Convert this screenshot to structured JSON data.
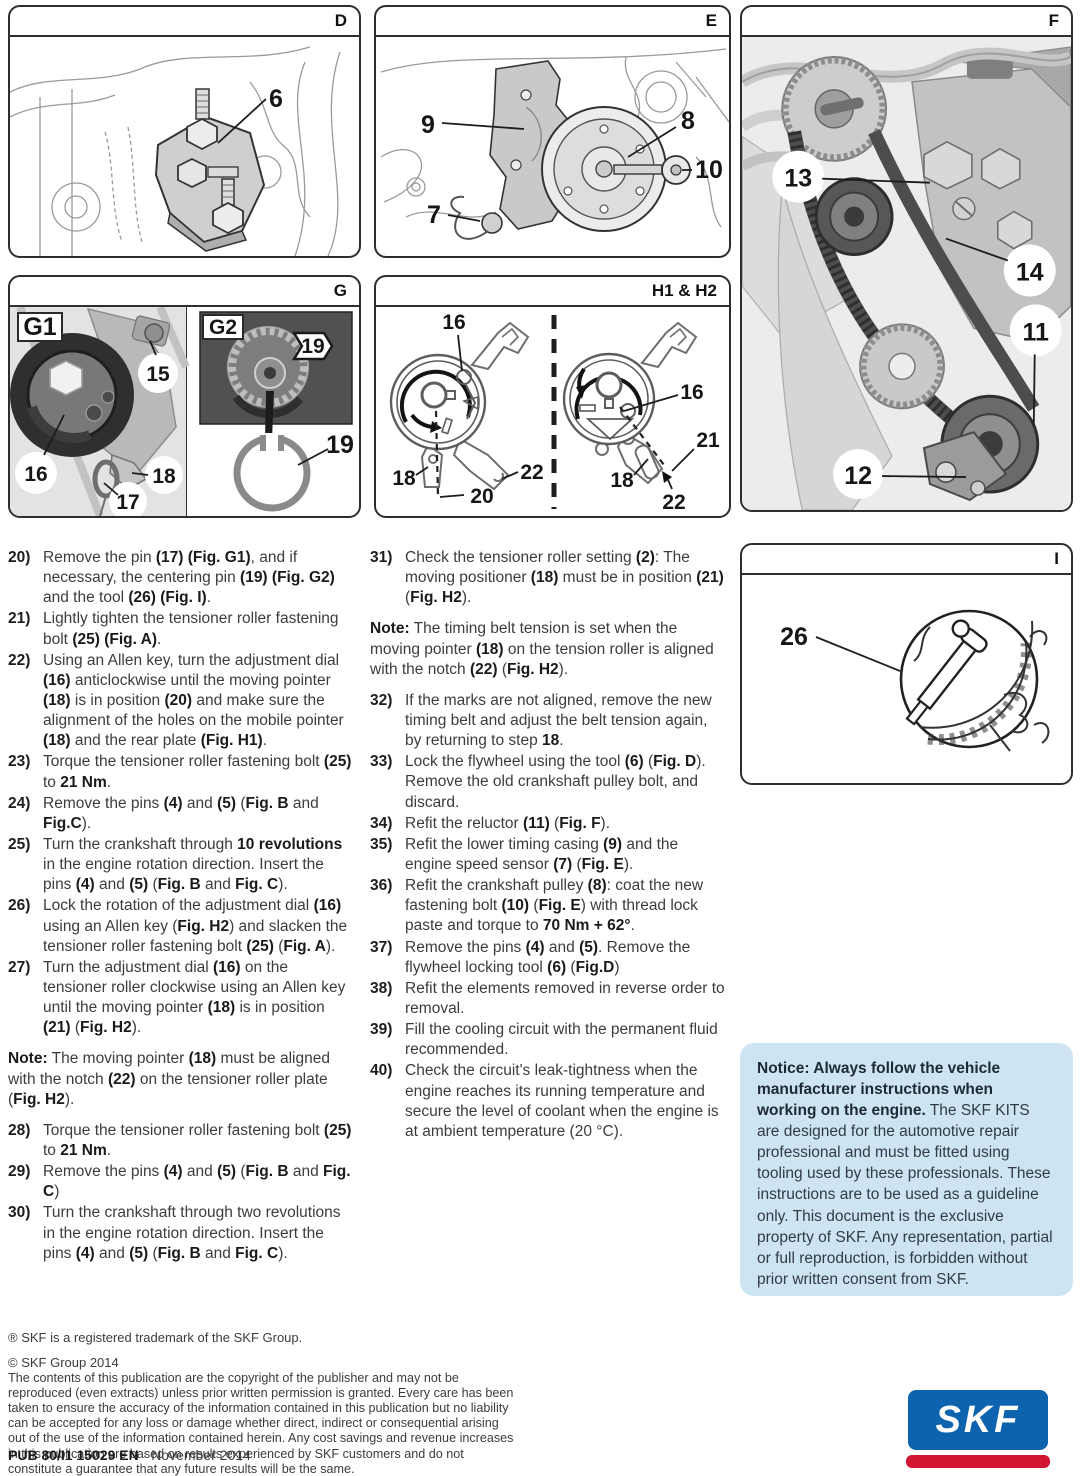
{
  "panels": {
    "d": {
      "label": "D",
      "callouts": [
        "6"
      ]
    },
    "e": {
      "label": "E",
      "callouts": [
        "9",
        "8",
        "7",
        "10"
      ]
    },
    "f": {
      "label": "F",
      "callouts": [
        "13",
        "14",
        "11",
        "12"
      ]
    },
    "g": {
      "label": "G",
      "sublabels": [
        "G1",
        "G2"
      ],
      "callouts": [
        "15",
        "16",
        "17",
        "18",
        "19",
        "19"
      ]
    },
    "h": {
      "label": "H1 & H2",
      "left_callouts": [
        "16",
        "18",
        "22",
        "20"
      ],
      "right_callouts": [
        "16",
        "21",
        "18",
        "22"
      ]
    },
    "i": {
      "label": "I",
      "callouts": [
        "26"
      ]
    }
  },
  "instructions": {
    "left": [
      {
        "num": "20)",
        "text": "Remove the pin **(17)** **(Fig. G1)**, and if necessary, the centering pin **(19)** **(Fig. G2)** and the tool **(26)** **(Fig. I)**."
      },
      {
        "num": "21)",
        "text": "Lightly tighten the tensioner roller fastening bolt **(25)** **(Fig. A)**."
      },
      {
        "num": "22)",
        "text": "Using an Allen key, turn the adjustment dial **(16)** anticlockwise until the moving pointer **(18)** is in position **(20)** and make sure the alignment of the holes on the mobile pointer **(18)** and the rear plate **(Fig. H1)**."
      },
      {
        "num": "23)",
        "text": "Torque the tensioner roller fastening bolt **(25)** to **21 Nm**."
      },
      {
        "num": "24)",
        "text": "Remove the pins **(4)** and **(5)** (**Fig. B** and **Fig.C**)."
      },
      {
        "num": "25)",
        "text": "Turn the crankshaft through **10 revolutions** in the engine rotation direction. Insert the pins **(4)** and **(5)** (**Fig. B** and **Fig. C**)."
      },
      {
        "num": "26)",
        "text": "Lock the rotation of the adjustment dial **(16)** using an Allen key (**Fig. H2**) and slacken the tensioner roller fastening bolt **(25)** (**Fig. A**)."
      },
      {
        "num": "27)",
        "text": "Turn the adjustment dial **(16)** on the tensioner roller clockwise using an Allen key until the moving pointer **(18)** is in position **(21)** (**Fig. H2**)."
      },
      {
        "note": true,
        "text": "**Note:** The moving pointer **(18)** must be aligned with the notch **(22)** on the tensioner roller plate (**Fig. H2**)."
      },
      {
        "num": "28)",
        "text": "Torque the tensioner roller fastening bolt **(25)** to **21 Nm**."
      },
      {
        "num": "29)",
        "text": "Remove the pins **(4)** and **(5)** (**Fig. B** and **Fig. C**)"
      },
      {
        "num": "30)",
        "text": "Turn the crankshaft through two revolutions in the engine rotation direction. Insert the pins **(4)** and **(5)** (**Fig. B** and **Fig. C**)."
      }
    ],
    "right": [
      {
        "num": "31)",
        "text": "Check the tensioner roller setting **(2)**: The moving positioner **(18)** must be in position **(21)** (**Fig. H2**)."
      },
      {
        "note": true,
        "text": "**Note:** The timing belt tension is set when the moving pointer **(18)** on the tension roller is aligned with the notch **(22)** (**Fig. H2**)."
      },
      {
        "num": "32)",
        "text": "If the marks are not aligned, remove the new timing belt and adjust the belt tension again, by returning to step **18**."
      },
      {
        "num": "33)",
        "text": "Lock the flywheel using the tool **(6)** (**Fig. D**). Remove the old crankshaft pulley bolt, and discard."
      },
      {
        "num": "34)",
        "text": "Refit the reluctor **(11)** (**Fig. F**)."
      },
      {
        "num": "35)",
        "text": "Refit the lower timing casing **(9)** and the engine speed sensor **(7)** (**Fig. E**)."
      },
      {
        "num": "36)",
        "text": "Refit the crankshaft pulley **(8)**: coat the new fastening bolt **(10)** (**Fig. E**) with thread lock paste and torque to **70 Nm + 62°**."
      },
      {
        "num": "37)",
        "text": "Remove the pins **(4)** and **(5)**. Remove the flywheel locking tool **(6)** (**Fig.D**)"
      },
      {
        "num": "38)",
        "text": "Refit the elements removed in reverse order to removal."
      },
      {
        "num": "39)",
        "text": "Fill the cooling circuit with the permanent fluid recommended."
      },
      {
        "num": "40)",
        "text": "Check the circuit's leak-tightness when the engine reaches its running temperature and secure the level of coolant when the engine is at ambient temperature (20 °C)."
      }
    ]
  },
  "notice": {
    "text": "**Notice: Always follow the vehicle manufacturer instructions when working on the engine.** The SKF KITS are designed for the automotive repair professional and must be fitted using tooling used by these professionals. These instructions are to be used as a guideline only. This document is the exclusive property of SKF. Any representation, partial or full reproduction, is forbidden without prior written consent from SKF."
  },
  "footer": {
    "trademark": "® SKF is a registered trademark of the SKF Group.",
    "copyright": "© SKF Group 2014",
    "legal": "The contents of this publication are the copyright of the publisher and may not be reproduced (even extracts) unless prior written permission is granted. Every care has been taken to ensure the accuracy of the information contained in this publication but no liability can be accepted for any loss or damage whether direct, indirect or consequential arising out of the use of the information contained herein. Any cost savings and revenue increases in this publication are based on results experienced by SKF customers and do not constitute a guarantee that any future results will be the same.",
    "pub_bold": "PUB 80/I1 15029 EN",
    "pub_rest": "·  November 2014"
  },
  "logo": {
    "text": "SKF",
    "blue": "#0e63ae",
    "red": "#d31432"
  }
}
